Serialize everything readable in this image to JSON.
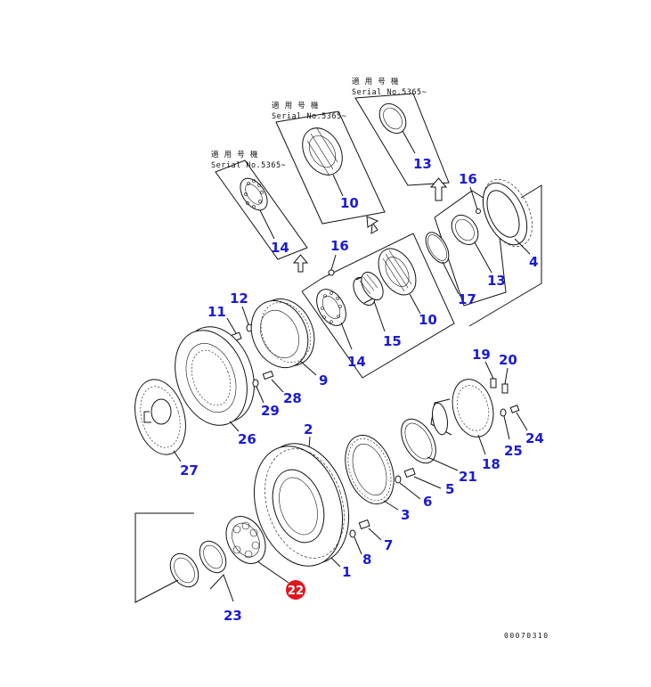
{
  "notes": [
    {
      "id": "note-14",
      "line1": "適 用 号 機",
      "line2": "Serial No.5365~"
    },
    {
      "id": "note-10",
      "line1": "適 用 号 機",
      "line2": "Serial No.5365~"
    },
    {
      "id": "note-13",
      "line1": "適 用 号 機",
      "line2": "Serial No.5365~"
    }
  ],
  "callouts": {
    "c1": "1",
    "c2": "2",
    "c3": "3",
    "c4": "4",
    "c5": "5",
    "c6": "6",
    "c7": "7",
    "c8": "8",
    "c9": "9",
    "c10a": "10",
    "c10b": "10",
    "c11": "11",
    "c12": "12",
    "c13a": "13",
    "c13b": "13",
    "c14a": "14",
    "c14b": "14",
    "c15": "15",
    "c16a": "16",
    "c16b": "16",
    "c17": "17",
    "c18": "18",
    "c19": "19",
    "c20": "20",
    "c21": "21",
    "c22": "22",
    "c23": "23",
    "c24": "24",
    "c25": "25",
    "c26": "26",
    "c27": "27",
    "c28": "28",
    "c29": "29"
  },
  "highlight": {
    "callout": "22",
    "color": "#e0161e"
  },
  "reference": "00070310",
  "colors": {
    "callout": "#1a1ad6",
    "line": "#111111"
  }
}
